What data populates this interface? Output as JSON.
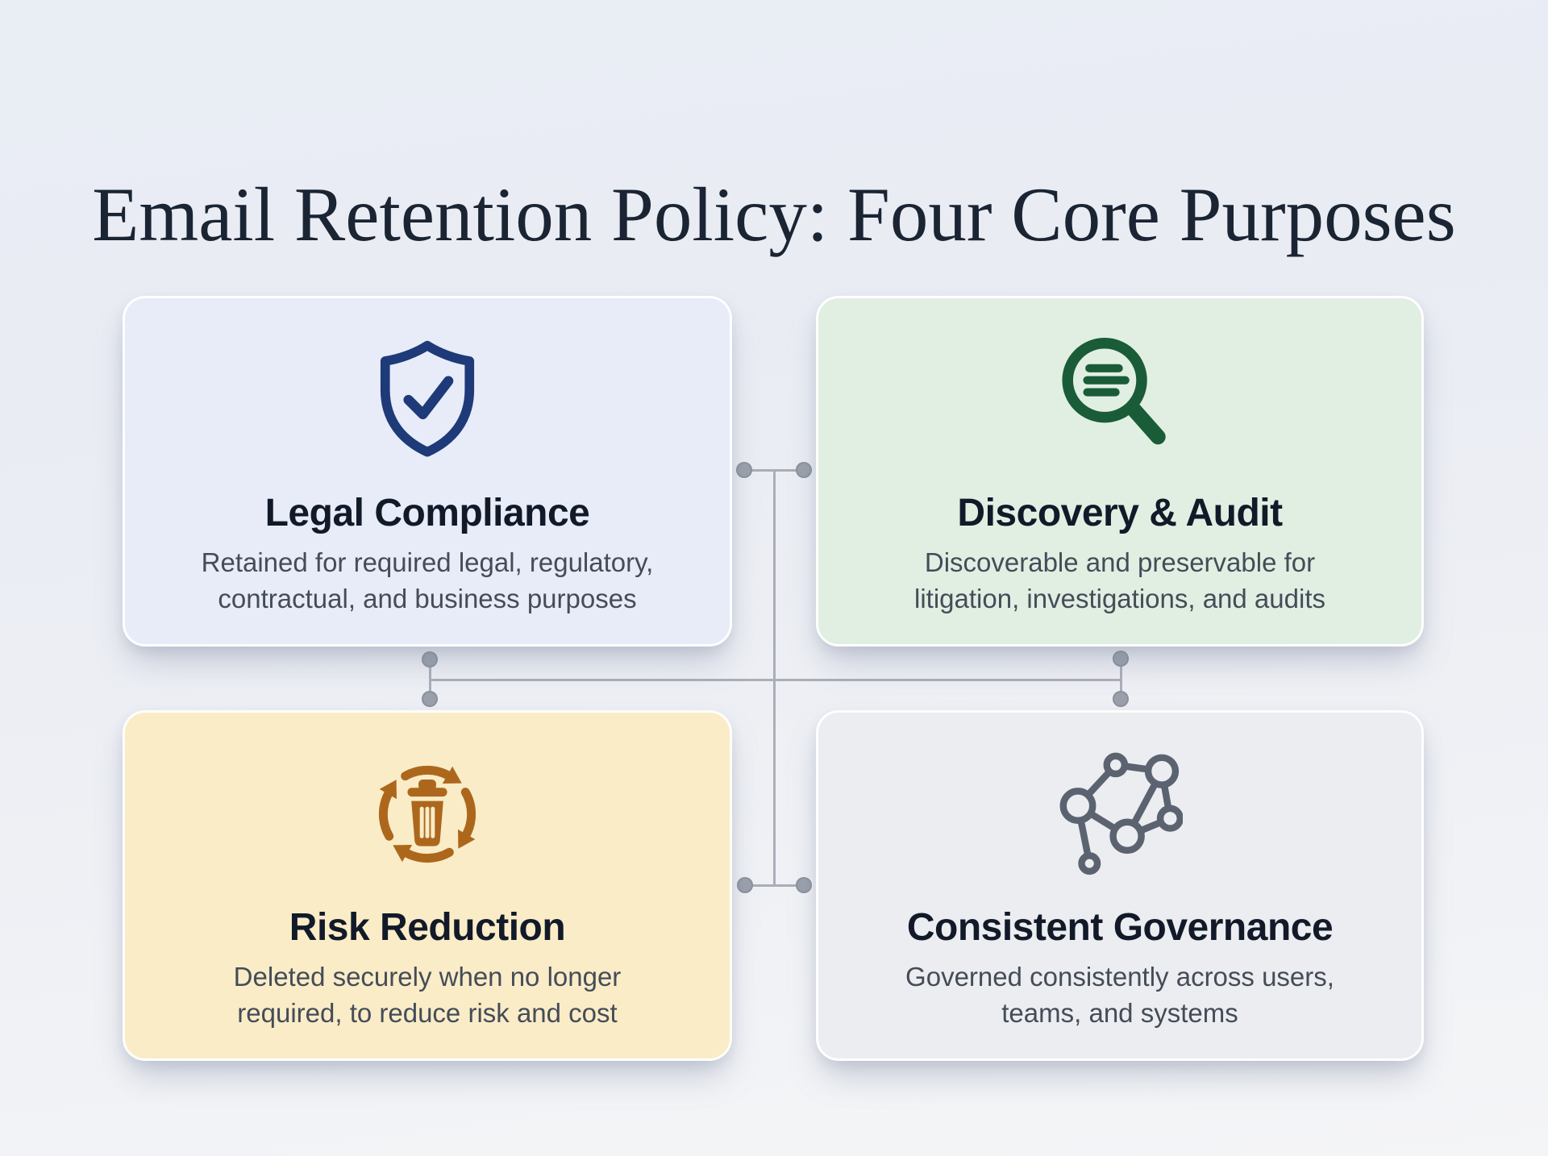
{
  "title": "Email Retention Policy: Four Core Purposes",
  "cards": [
    {
      "id": "legal-compliance",
      "title": "Legal Compliance",
      "description": "Retained for required legal, regulatory,\ncontractual, and business purposes",
      "icon": "shield-check-icon",
      "background": "#e8ecf8",
      "accent": "#1e3a78"
    },
    {
      "id": "discovery-audit",
      "title": "Discovery & Audit",
      "description": "Discoverable and preservable for\nlitigation, investigations, and audits",
      "icon": "magnifier-lines-icon",
      "background": "#e1efe3",
      "accent": "#1a5c38"
    },
    {
      "id": "risk-reduction",
      "title": "Risk Reduction",
      "description": "Deleted securely when no longer\nrequired, to reduce risk and cost",
      "icon": "delete-cycle-icon",
      "background": "#f9ecc7",
      "accent": "#ad671c"
    },
    {
      "id": "consistent-governance",
      "title": "Consistent Governance",
      "description": "Governed consistently across users,\nteams, and systems",
      "icon": "network-nodes-icon",
      "background": "#ebedf0",
      "accent": "#5c6370"
    }
  ],
  "palette": {
    "page_background_top": "#e9edf4",
    "page_background_bottom": "#f4f5f7",
    "title_text": "#1a2433",
    "heading_text": "#121a29",
    "body_text": "#454c58",
    "connector": "#a9aeb8"
  }
}
